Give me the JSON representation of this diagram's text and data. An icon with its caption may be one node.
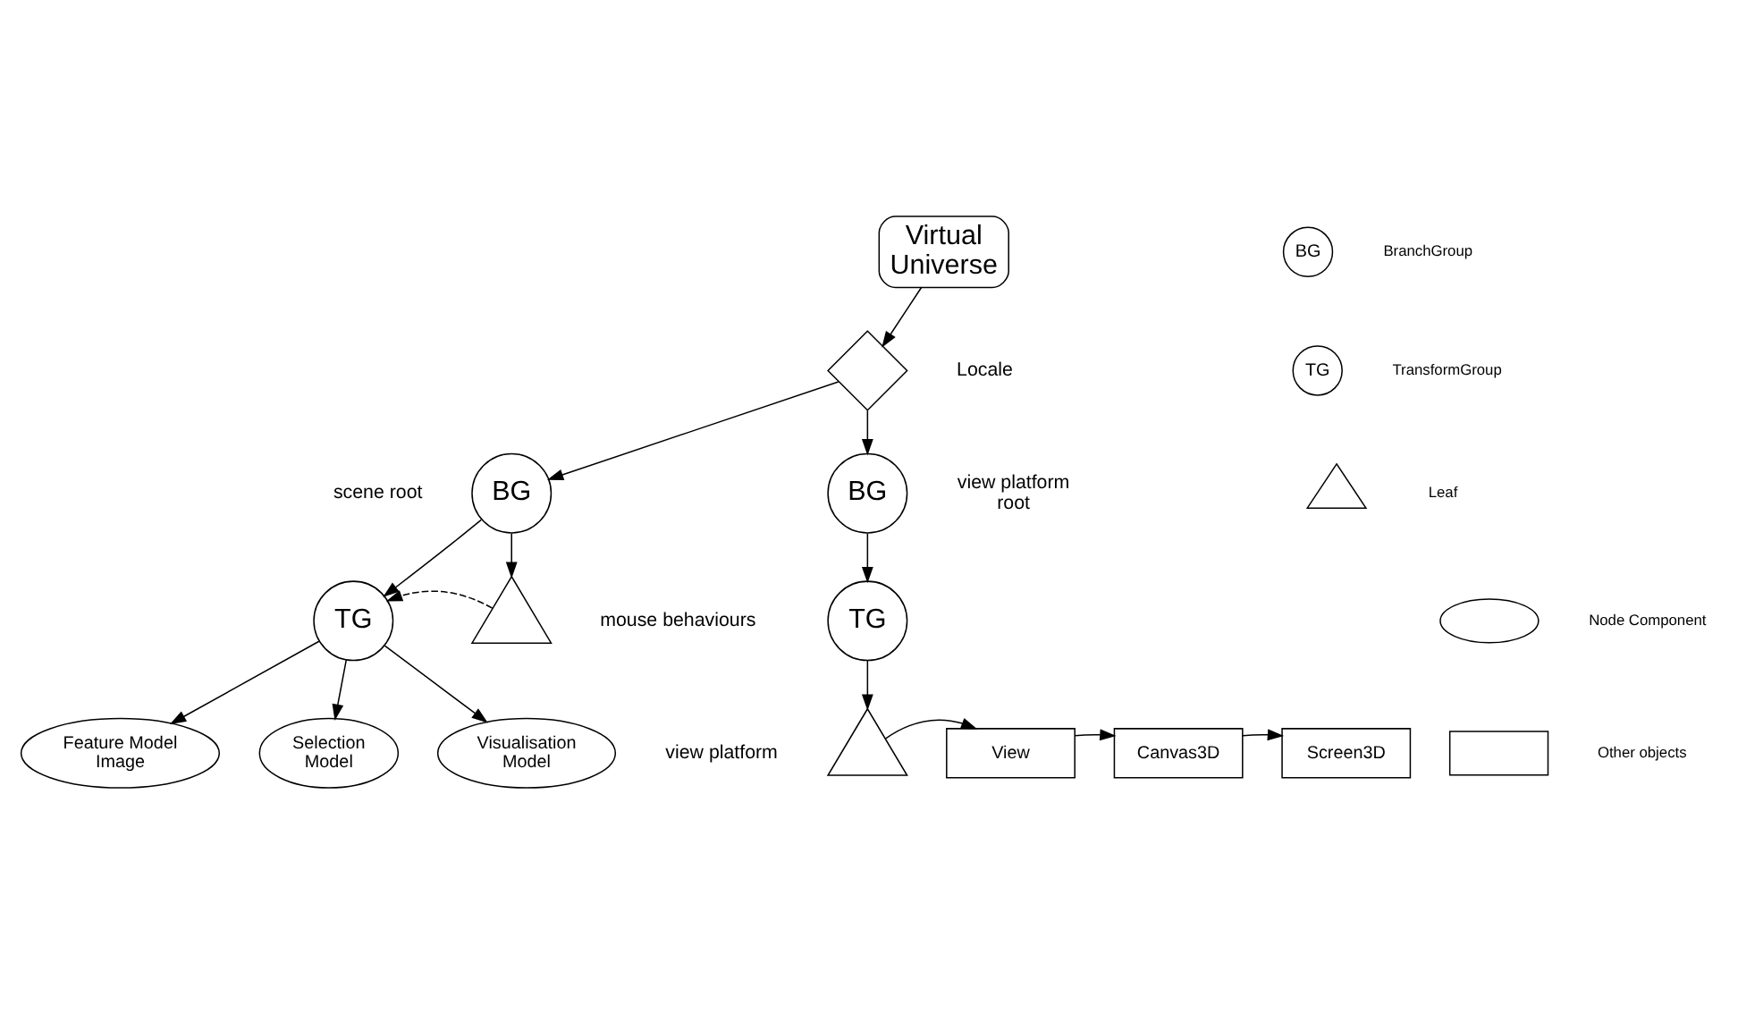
{
  "diagram": {
    "nodes": [
      {
        "text": [
          "Virtual Universe"
        ]
      },
      {
        "text": [],
        "shape": "diamond",
        "beside": [
          "Locale"
        ]
      },
      {
        "text": [
          "BG"
        ],
        "beside": [
          "scene root"
        ]
      },
      {
        "text": [
          "BG"
        ],
        "beside": [
          "view platform root"
        ]
      },
      {
        "text": [
          "TG"
        ]
      },
      {
        "text": [],
        "shape": "triangle",
        "beside": [
          "mouse behaviours"
        ]
      },
      {
        "text": [
          "TG"
        ]
      },
      {
        "text": [
          "Feature Model Image"
        ]
      },
      {
        "text": [
          "Selection Model"
        ]
      },
      {
        "text": [
          "Visualisation Model"
        ]
      },
      {
        "text": [],
        "shape": "triangle",
        "beside": [
          "view platform"
        ]
      },
      {
        "text": [
          "View"
        ]
      },
      {
        "text": [
          "Canvas3D"
        ]
      },
      {
        "text": [
          "Screen3D"
        ]
      },
      {
        "text": [
          "BG"
        ]
      },
      {
        "text": [
          "TG"
        ]
      },
      {
        "text": [],
        "shape": "triangle"
      },
      {
        "text": [],
        "shape": "ellipse"
      },
      {
        "text": [],
        "shape": "box"
      }
    ],
    "edges": [
      {
        "from": 0,
        "to": 1,
        "arrow": "to"
      },
      {
        "from": 1,
        "to": 2,
        "arrow": "to"
      },
      {
        "from": 1,
        "to": 3,
        "arrow": "to"
      },
      {
        "from": 2,
        "to": 4,
        "arrow": "to"
      },
      {
        "from": 2,
        "to": 5,
        "arrow": "to"
      },
      {
        "from": 5,
        "to": 4,
        "arrow": "to",
        "style": "dashed"
      },
      {
        "from": 3,
        "to": 6,
        "arrow": "to"
      },
      {
        "from": 4,
        "to": 7,
        "arrow": "to"
      },
      {
        "from": 4,
        "to": 8,
        "arrow": "to"
      },
      {
        "from": 4,
        "to": 9,
        "arrow": "to"
      },
      {
        "from": 6,
        "to": 10,
        "arrow": "to"
      },
      {
        "from": 10,
        "to": 11,
        "arrow": "to"
      },
      {
        "from": 11,
        "to": 12,
        "arrow": "to"
      },
      {
        "from": 12,
        "to": 13,
        "arrow": "to"
      }
    ],
    "legend": [
      {
        "text": "BranchGroup"
      },
      {
        "text": "TransformGroup"
      },
      {
        "text": "Leaf"
      },
      {
        "text": "Node Component"
      },
      {
        "text": "Other objects"
      }
    ]
  }
}
